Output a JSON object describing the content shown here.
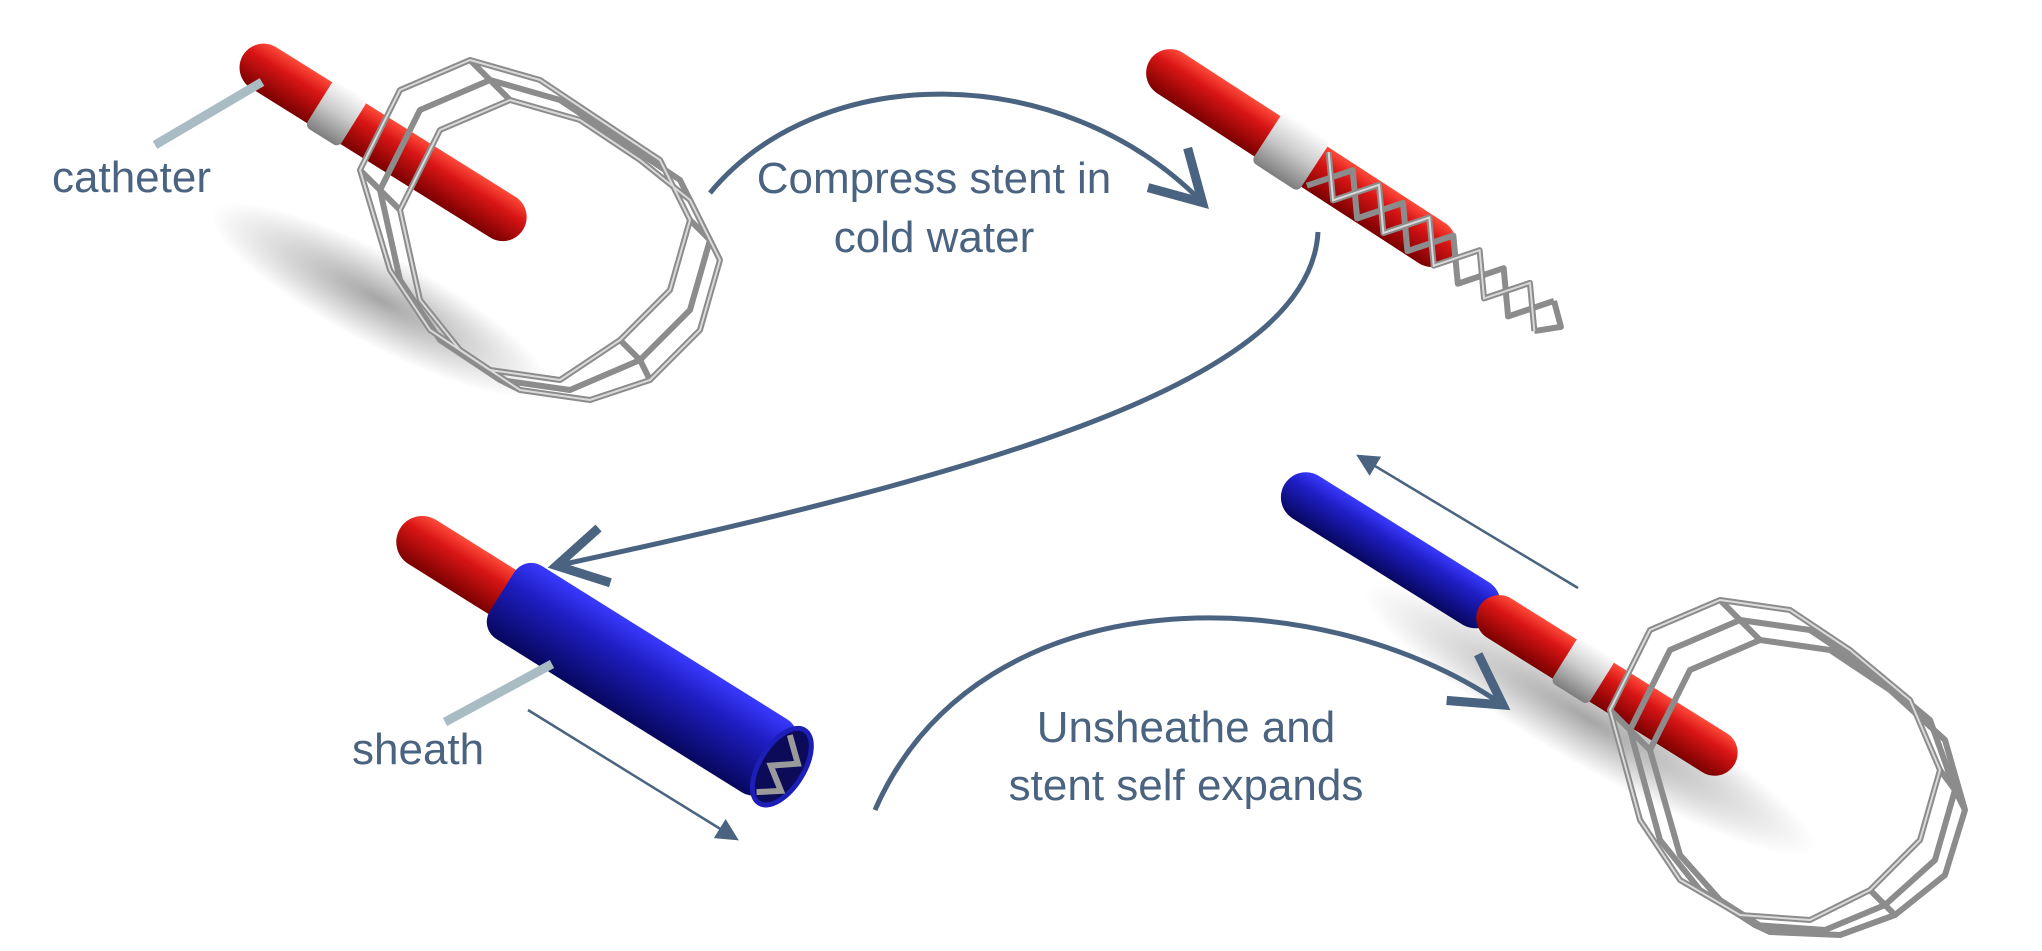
{
  "labels": {
    "catheter": "catheter",
    "sheath": "sheath"
  },
  "steps": {
    "compress": {
      "line1": "Compress stent in",
      "line2": "cold water"
    },
    "unsheathe": {
      "line1": "Unsheathe and",
      "line2": "stent self expands"
    }
  },
  "colors": {
    "catheter": "#cc1010",
    "sheath": "#1d1db8",
    "stent": "#9a9a9a",
    "collar": "#c8c8c8",
    "arrow": "#4a6380",
    "leader_line": "#a9bcc4",
    "text": "#4a6380"
  }
}
